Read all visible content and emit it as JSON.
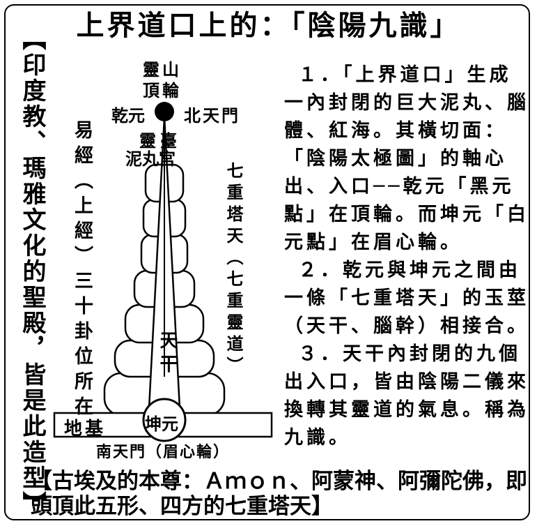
{
  "title": "上界道口上的：「陰陽九識」",
  "side_caption": "【印度教、瑪雅文化的聖殿，皆是此造型】",
  "diagram": {
    "top_label_1": "靈山",
    "top_label_2": "頂輪",
    "qianyuan": "乾元",
    "north_gate": "北天門",
    "lingtai": "靈臺",
    "niwan": "泥丸宮",
    "yijing": "易經（上經）三十卦位所在",
    "qichong": "七重塔天（七重靈道）",
    "tiangan": "天干",
    "kunyuan": "坤元",
    "diji": "地基",
    "south_gate": "南天門（眉心輪）"
  },
  "description": [
    "１．「上界道口」生成一內封閉的巨大泥丸、腦體、紅海。其橫切面：「陰陽太極圖」的軸心出、入口──乾元「黑元點」在頂輪。而坤元「白元點」在眉心輪。",
    "２．乾元與坤元之間由一條「七重塔天」的玉莖（天干、腦幹）相接合。",
    "３．天干內封閉的九個出入口，皆由陰陽二儀來換轉其靈道的氣息。稱為九識。"
  ],
  "bottom_caption": "【古埃及的本尊：Ａｍｏｎ、阿蒙神、阿彌陀佛，即頭頂此五形、四方的七重塔天】"
}
